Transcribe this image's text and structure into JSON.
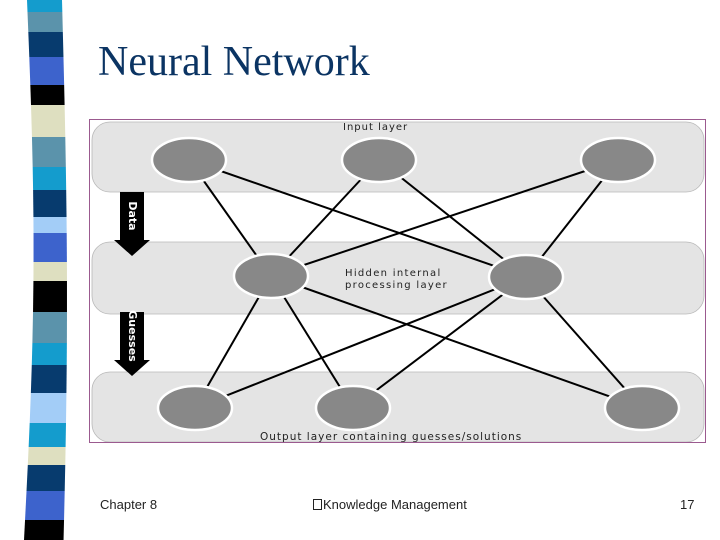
{
  "slide": {
    "title": "Neural Network",
    "footer": {
      "left": "Chapter 8",
      "center_glyph": "missing-glyph-box",
      "center": "Knowledge Management",
      "page_number": "17"
    }
  },
  "decoration": {
    "stripe_colors": [
      "#149ccd",
      "#5b93ab",
      "#073b6e",
      "#3d63cc",
      "#000000",
      "#dedfc0",
      "#5b93ab",
      "#149ccd",
      "#073b6e",
      "#a3cdf7",
      "#3d63cc",
      "#dedfc0",
      "#000000",
      "#5b93ab",
      "#149ccd",
      "#073b6e",
      "#a3cdf7",
      "#149ccd",
      "#dedfc0",
      "#073b6e",
      "#3d63cc",
      "#000000"
    ]
  },
  "diagram": {
    "layers": [
      {
        "id": "input",
        "label": "Input layer",
        "node_count": 3
      },
      {
        "id": "hidden",
        "label_line1": "Hidden internal",
        "label_line2": "processing layer",
        "node_count": 2
      },
      {
        "id": "output",
        "label": "Output layer containing guesses/solutions",
        "node_count": 3
      }
    ],
    "arrows": [
      {
        "label": "Data",
        "direction": "down"
      },
      {
        "label": "Guesses",
        "direction": "down"
      }
    ],
    "connections": [
      [
        "input-0",
        "hidden-0"
      ],
      [
        "input-0",
        "hidden-1"
      ],
      [
        "input-1",
        "hidden-0"
      ],
      [
        "input-1",
        "hidden-1"
      ],
      [
        "input-2",
        "hidden-0"
      ],
      [
        "input-2",
        "hidden-1"
      ],
      [
        "hidden-0",
        "output-0"
      ],
      [
        "hidden-0",
        "output-1"
      ],
      [
        "hidden-0",
        "output-2"
      ],
      [
        "hidden-1",
        "output-0"
      ],
      [
        "hidden-1",
        "output-1"
      ],
      [
        "hidden-1",
        "output-2"
      ]
    ],
    "colors": {
      "band": "#e4e4e4",
      "node": "#888888",
      "frame": "#9b5a8f",
      "line": "#000000"
    }
  }
}
